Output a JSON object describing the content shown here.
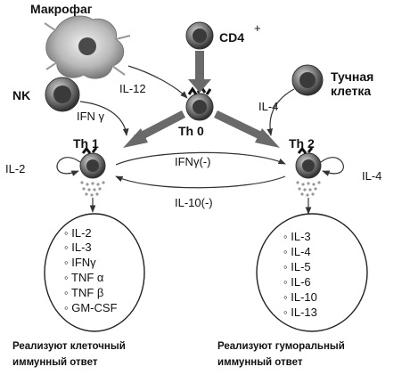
{
  "cells": {
    "macrophage": "Макрофаг",
    "cd4": "CD4",
    "cd4_sup": "+",
    "nk": "NK",
    "mast_line1": "Тучная",
    "mast_line2": "клетка",
    "th0": "Th 0",
    "th1": "Th 1",
    "th2": "Th 2"
  },
  "signals": {
    "il12": "IL-12",
    "ifn_nk": "IFN γ",
    "il4_mast": "IL-4",
    "il2_auto": "IL-2",
    "il4_auto": "IL-4",
    "ifn_inhibit": "IFNγ(-)",
    "il10_inhibit": "IL-10(-)"
  },
  "th1_cytokines": [
    "IL-2",
    "IL-3",
    "IFNγ",
    "TNF α",
    "TNF β",
    "GM-CSF"
  ],
  "th2_cytokines": [
    "IL-3",
    "IL-4",
    "IL-5",
    "IL-6",
    "IL-10",
    "IL-13"
  ],
  "footer": {
    "left_line1": "Реализуют клеточный",
    "left_line2": "иммунный ответ",
    "right_line1": "Реализуют гуморальный",
    "right_line2": "иммунный ответ"
  }
}
